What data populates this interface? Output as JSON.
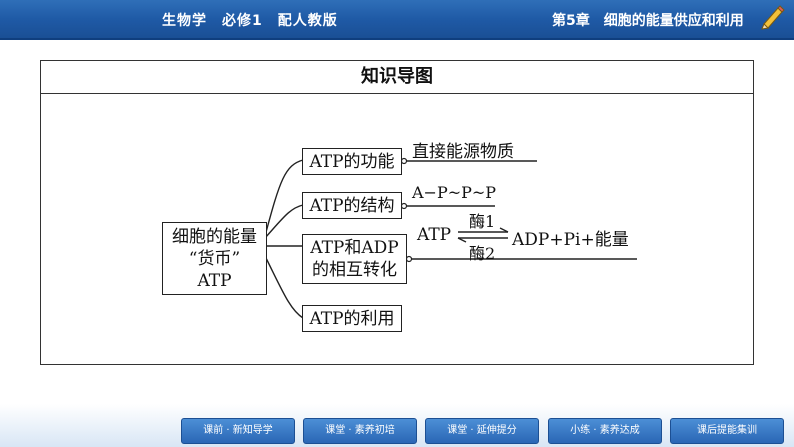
{
  "header": {
    "course": "生物学　必修1　配人教版",
    "chapter": "第5章",
    "chapter_title": "细胞的能量供应和利用"
  },
  "map": {
    "title": "知识导图",
    "center_line1": "细胞的能量",
    "center_line2": "“货币”",
    "center_line3": "ATP",
    "branch1": "ATP的功能",
    "branch2": "ATP的结构",
    "branch3_line1": "ATP和ADP",
    "branch3_line2": "的相互转化",
    "branch4": "ATP的利用",
    "leaf1": "直接能源物质",
    "leaf2": "A−P~P~P",
    "reaction_left": "ATP",
    "enzyme1": "酶1",
    "enzyme2": "酶2",
    "reaction_right": "ADP+Pi+能量"
  },
  "nav": {
    "btn1": "课前 · 新知导学",
    "btn2": "课堂 · 素养初培",
    "btn3": "课堂 · 延伸提分",
    "btn4": "小练 · 素养达成",
    "btn5": "课后提能集训"
  }
}
